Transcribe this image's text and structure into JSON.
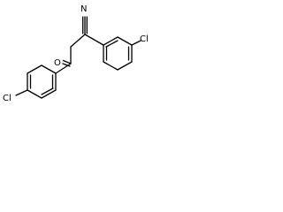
{
  "molecule": {
    "atoms": {
      "nitrogen": "N",
      "oxygen": "O",
      "chlorine_para": "Cl",
      "chlorine_meta": "Cl"
    }
  }
}
